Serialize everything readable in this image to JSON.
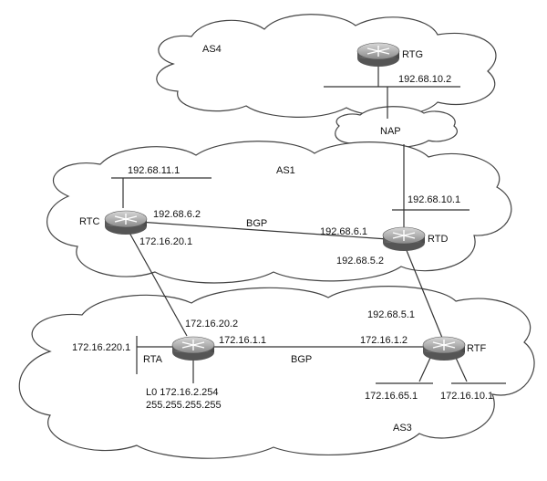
{
  "clouds": {
    "as4": "AS4",
    "nap": "NAP",
    "as1": "AS1",
    "as3": "AS3"
  },
  "routers": {
    "rtg": "RTG",
    "rtc": "RTC",
    "rtd": "RTD",
    "rta": "RTA",
    "rtf": "RTF"
  },
  "labels": {
    "rtg_lan": "192.68.10.2",
    "rtd_lan": "192.68.10.1",
    "rtc_lan": "192.68.11.1",
    "rtc_to_rtd": "192.68.6.2",
    "rtd_to_rtc": "192.68.6.1",
    "rtc_to_rta": "172.16.20.1",
    "rta_to_rtc": "172.16.20.2",
    "rtd_to_rtf": "192.68.5.2",
    "rtf_to_rtd": "192.68.5.1",
    "rta_to_rtf": "172.16.1.1",
    "rtf_to_rta": "172.16.1.2",
    "rta_lan": "172.16.220.1",
    "rta_loopback": "L0 172.16.2.254",
    "rta_mask": "255.255.255.255",
    "rtf_lan1": "172.16.65.1",
    "rtf_lan2": "172.16.10.1",
    "bgp_upper": "BGP",
    "bgp_lower": "BGP"
  }
}
